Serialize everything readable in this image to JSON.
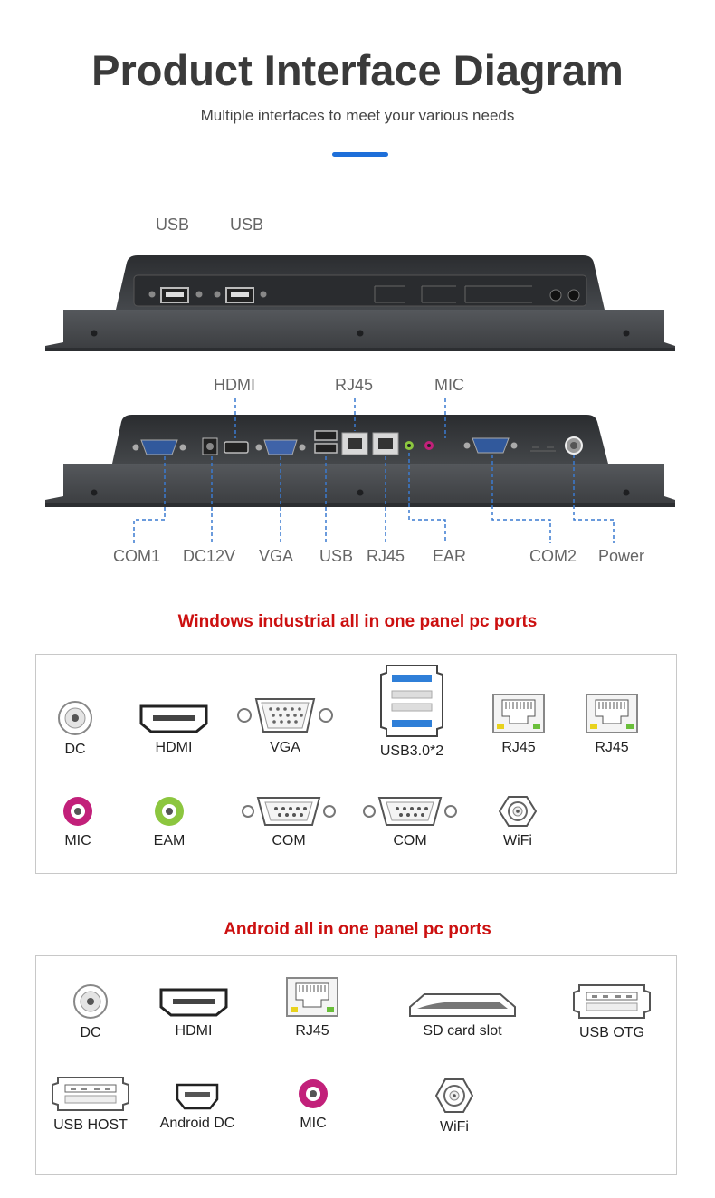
{
  "header": {
    "title": "Product Interface Diagram",
    "subtitle": "Multiple interfaces to meet your various needs"
  },
  "top_device": {
    "labels": [
      "USB",
      "USB"
    ]
  },
  "bottom_device": {
    "top_labels": [
      "HDMI",
      "RJ45",
      "MIC"
    ],
    "bottom_labels": [
      "COM1",
      "DC12V",
      "VGA",
      "USB",
      "RJ45",
      "EAR",
      "COM2",
      "Power"
    ]
  },
  "windows_section": {
    "title": "Windows industrial all in one panel pc ports",
    "row1": [
      "DC",
      "HDMI",
      "VGA",
      "USB3.0*2",
      "RJ45",
      "RJ45"
    ],
    "row2": [
      "MIC",
      "EAM",
      "COM",
      "COM",
      "WiFi"
    ]
  },
  "android_section": {
    "title": "Android all in one panel pc ports",
    "row1": [
      "DC",
      "HDMI",
      "RJ45",
      "SD card slot",
      "USB OTG"
    ],
    "row2": [
      "USB HOST",
      "Android DC",
      "MIC",
      "WiFi"
    ]
  },
  "colors": {
    "accent": "#1e6fd9",
    "section_title": "#cc1010",
    "device_body": "#3b3d40",
    "callout_line": "#3a7ad0",
    "mic_pink": "#c2207a",
    "ear_green": "#8cc63f",
    "usb3_blue": "#2f7fd8"
  }
}
